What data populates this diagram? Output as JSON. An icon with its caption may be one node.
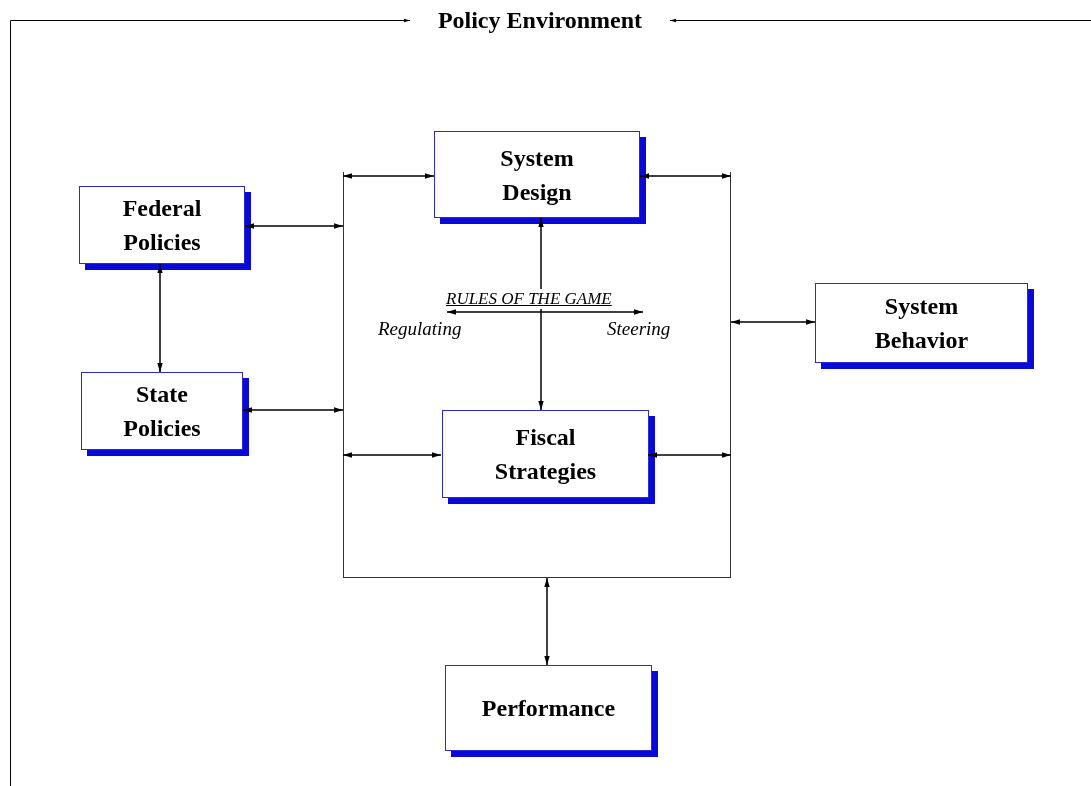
{
  "diagram": {
    "nodes": [
      {
        "text": [
          "Policy Environment"
        ]
      },
      {
        "text": [
          "Federal Policies"
        ],
        "in": 0
      },
      {
        "text": [
          "State Policies"
        ],
        "in": 0
      },
      {
        "text": [],
        "shape": "box",
        "in": 0
      },
      {
        "text": [
          "System Design"
        ],
        "in": 0
      },
      {
        "text": [
          "Fiscal Strategies"
        ],
        "in": 3
      },
      {
        "text": [
          "System Behavior"
        ],
        "in": 0
      },
      {
        "text": [
          "Performance"
        ],
        "in": 0
      }
    ],
    "edges": [
      {
        "from": 1,
        "to": 3,
        "arrow": "both"
      },
      {
        "from": 1,
        "to": 2,
        "arrow": "both"
      },
      {
        "from": 3,
        "to": 4,
        "arrow": "both"
      },
      {
        "from": 4,
        "to": 3,
        "arrow": "both"
      },
      {
        "from": 2,
        "to": 3,
        "arrow": "both"
      },
      {
        "from": 4,
        "to": 5,
        "arrow": "both"
      },
      {
        "from": 3,
        "to": 6,
        "arrow": "both"
      },
      {
        "from": 3,
        "to": 5,
        "arrow": "both"
      },
      {
        "from": 5,
        "to": 3,
        "arrow": "both"
      },
      {
        "from": 3,
        "to": 7,
        "arrow": "both"
      }
    ],
    "labels": [
      "RULES OF THE GAME",
      "Regulating",
      "Steering"
    ]
  }
}
